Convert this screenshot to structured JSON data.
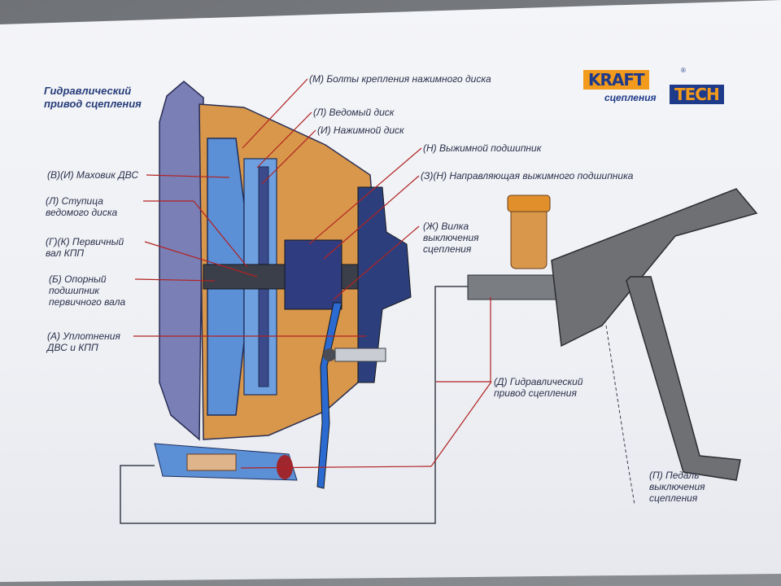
{
  "title": "Гидравлический\nпривод сцепления",
  "logo": {
    "word1": "KRAFT",
    "word2": "TECH",
    "subtitle": "сцепления",
    "mark": "®",
    "colors": {
      "orange": "#f29a1c",
      "blue": "#1e3a8a"
    }
  },
  "labels": {
    "m": "(М) Болты крепления нажимного диска",
    "l1": "(Л) Ведомый диск",
    "i1": "(И) Нажимной диск",
    "n": "(Н) Выжимной подшипник",
    "z": "(З)(Н) Направляющая выжимного подшипника",
    "v": "(В)(И) Маховик ДВС",
    "l2": "(Л) Ступица\nведомого диска",
    "g": "(Г)(К) Первичный\nвал КПП",
    "b": "(Б) Опорный\nподшипник\nпервичного вала",
    "a": "(А) Уплотнения\nДВС и КПП",
    "zh": "(Ж) Вилка\nвыключения\nсцепления",
    "d": "(Д) Гидравлический\nпривод сцепления",
    "p": "(П) Педаль\nвыключения\nсцепления"
  },
  "colors": {
    "housing": "#d8974a",
    "blue_parts": "#5b8fd6",
    "engine": "#7a7fb6",
    "leader": "#b22222",
    "pedal": "#6e7073"
  }
}
